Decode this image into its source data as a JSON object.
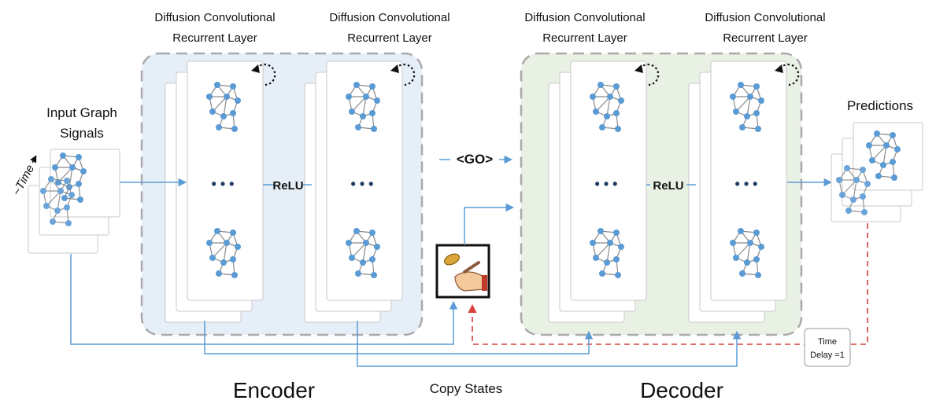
{
  "layers": [
    {
      "line1": "Diffusion Convolutional",
      "line2": "Recurrent Layer"
    },
    {
      "line1": "Diffusion Convolutional",
      "line2": "Recurrent Layer"
    },
    {
      "line1": "Diffusion Convolutional",
      "line2": "Recurrent Layer"
    },
    {
      "line1": "Diffusion Convolutional",
      "line2": "Recurrent Layer"
    }
  ],
  "input": {
    "line1": "Input Graph",
    "line2": "Signals",
    "time_label": "~Time"
  },
  "predictions_label": "Predictions",
  "relu_label": "ReLU",
  "ellipsis": "• • •",
  "go_label": "<GO>",
  "time_delay": {
    "line1": "Time",
    "line2": "Delay =1"
  },
  "encoder_label": "Encoder",
  "decoder_label": "Decoder",
  "copy_states_label": "Copy States",
  "colors": {
    "encoder_bg": "#e6eef8",
    "decoder_bg": "#e9f0e4",
    "node": "#5b9bd5",
    "arrow": "#5b9bd5",
    "delay_arrow": "#d9413a"
  },
  "icons": {
    "sampler": "coin-flip-hand-icon",
    "self_loop": "dotted-loop-icon"
  }
}
